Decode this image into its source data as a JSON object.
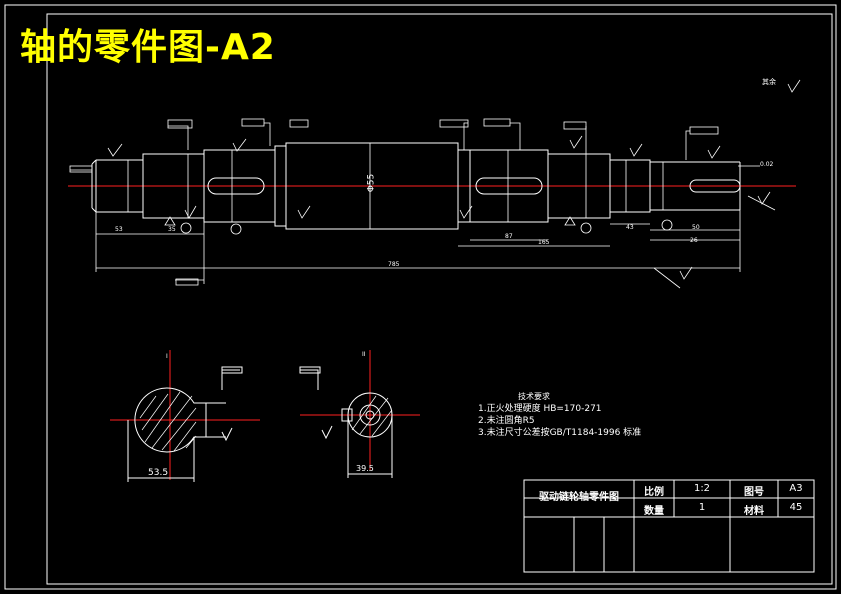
{
  "banner_title": "轴的零件图-A2",
  "surface_note": "其余",
  "dimensions": {
    "main_diameter": "Φ55",
    "section_1": "53.5",
    "section_2": "39.5"
  },
  "notes": {
    "heading": "技术要求",
    "lines": [
      "1.正火处理硬度 HB=170-271",
      "2.未注圆角R5",
      "3.未注尺寸公差按GB/T1184-1996 标准"
    ]
  },
  "title_block": {
    "part_name": "驱动链轮轴零件图",
    "scale_label": "比例",
    "scale_value": "1:2",
    "drawing_no_label": "图号",
    "drawing_no_value": "A3",
    "quantity_label": "数量",
    "quantity_value": "1",
    "material_label": "材料",
    "material_value": "45"
  },
  "colors": {
    "background": "#000000",
    "lines": "#ffffff",
    "centerline": "#ff0000",
    "banner": "#ffff00"
  }
}
